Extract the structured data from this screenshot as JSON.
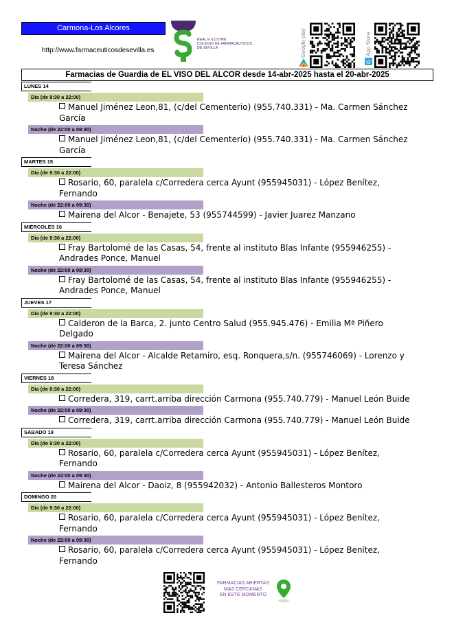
{
  "header": {
    "region": "Carmona-Los Alcores",
    "url": "http://www.farmaceuticosdesevilla.es",
    "college_lines": [
      "REAL E ILUSTRE",
      "COLEGIO DE FARMACÉUTICOS",
      "DE SEVILLA"
    ],
    "google_play_label": "Google play",
    "app_store_label": "App Store"
  },
  "title": "Farmacias de Guardia de EL VISO DEL ALCOR desde 14-abr-2025 hasta el 20-abr-2025",
  "days": [
    {
      "label": "LUNES 14",
      "shifts": [
        {
          "kind": "day",
          "label": "Día (de 9:30 a 22:00)",
          "entry": "Manuel Jiménez Leon,81, (c/del Cementerio) (955.740.331) - Ma. Carmen Sánchez García"
        },
        {
          "kind": "night",
          "label": "Noche (de 22:00 a 09:30)",
          "entry": "Manuel Jiménez Leon,81, (c/del Cementerio) (955.740.331) - Ma. Carmen Sánchez García"
        }
      ]
    },
    {
      "label": "MARTES 15",
      "shifts": [
        {
          "kind": "day",
          "label": "Día (de 9:30 a 22:00)",
          "entry": "Rosario, 60, paralela c/Corredera cerca Ayunt (955945031) - López Benítez, Fernando"
        },
        {
          "kind": "night",
          "label": "Noche (de 22:00 a 09:30)",
          "entry": "Mairena del Alcor - Benajete, 53 (955744599) - Javier Juarez Manzano"
        }
      ]
    },
    {
      "label": "MIÉRCOLES 16",
      "shifts": [
        {
          "kind": "day",
          "label": "Día (de 9:30 a 22:00)",
          "entry": "Fray Bartolomé de las Casas, 54, frente al instituto Blas Infante (955946255) - Andrades Ponce, Manuel"
        },
        {
          "kind": "night",
          "label": "Noche (de 22:00 a 09:30)",
          "entry": "Fray Bartolomé de las Casas, 54, frente al instituto Blas Infante (955946255) - Andrades Ponce, Manuel"
        }
      ]
    },
    {
      "label": "JUEVES 17",
      "shifts": [
        {
          "kind": "day",
          "label": "Día (de 9:30 a 22:00)",
          "entry": "Calderon de la Barca, 2. junto Centro Salud (955.945.476) - Emilia Mª Piñero Delgado"
        },
        {
          "kind": "night",
          "label": "Noche (de 22:00 a 09:30)",
          "entry": "Mairena del Alcor - Alcalde Retamiro, esq. Ronquera,s/n. (955746069) - Lorenzo y Teresa Sánchez"
        }
      ]
    },
    {
      "label": "VIERNES 18",
      "shifts": [
        {
          "kind": "day",
          "label": "Día (de 9:30 a 22:00)",
          "entry": "Corredera, 319, carrt.arriba dirección Carmona (955.740.779) - Manuel León Buide"
        },
        {
          "kind": "night",
          "label": "Noche (de 22:00 a 09:30)",
          "entry": "Corredera, 319, carrt.arriba dirección Carmona (955.740.779) - Manuel León Buide"
        }
      ]
    },
    {
      "label": "SÁBADO 19",
      "shifts": [
        {
          "kind": "day",
          "label": "Día (de 9:30 a 22:00)",
          "entry": "Rosario, 60, paralela c/Corredera cerca Ayunt (955945031) - López Benítez, Fernando"
        },
        {
          "kind": "night",
          "label": "Noche (de 22:00 a 09:30)",
          "entry": "Mairena del Alcor - Daoiz, 8 (955942032) - Antonio Ballesteros Montoro"
        }
      ]
    },
    {
      "label": "DOMINGO 20",
      "shifts": [
        {
          "kind": "day",
          "label": "Día (de 9:30 a 22:00)",
          "entry": "Rosario, 60, paralela c/Corredera cerca Ayunt (955945031) - López Benítez, Fernando"
        },
        {
          "kind": "night",
          "label": "Noche (de 22:00 a 09:30)",
          "entry": "Rosario, 60, paralela c/Corredera cerca Ayunt (955945031) - López Benítez, Fernando"
        }
      ]
    }
  ],
  "footer": {
    "promo_lines": [
      "FARMACIAS ABIERTAS",
      "MÁS CERCANAS",
      "EN ESTE MOMENTO"
    ]
  },
  "colors": {
    "region_bg": "#1515ff",
    "day_bar": "#c9d9a0",
    "night_bar": "#b1a0c9",
    "brand": "#7b3f9e",
    "logo_green": "#3aa935"
  }
}
